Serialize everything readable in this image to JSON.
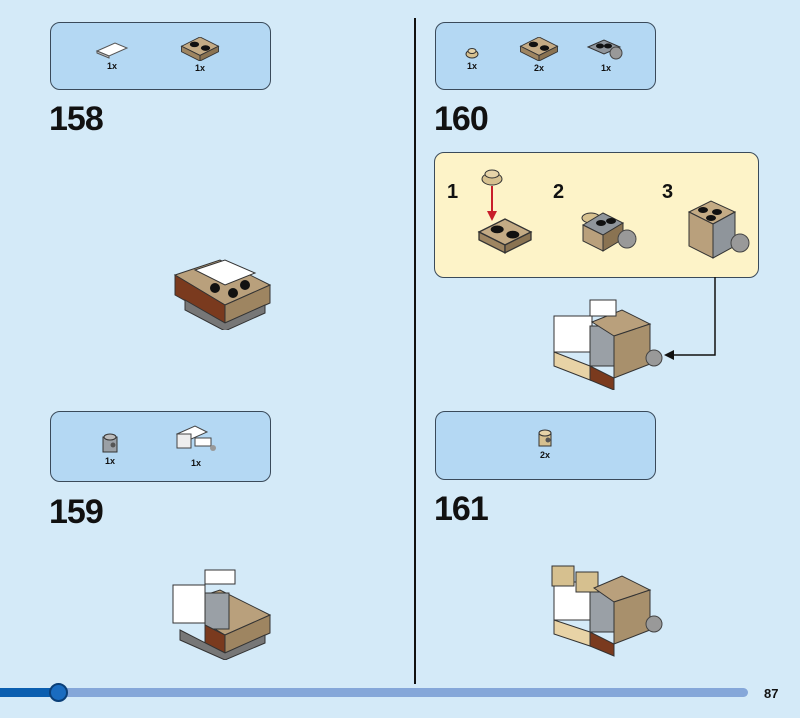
{
  "steps": [
    {
      "number": "158",
      "parts": [
        {
          "name": "white-tile",
          "qty": "1x"
        },
        {
          "name": "tan-corner-plate",
          "qty": "1x"
        }
      ]
    },
    {
      "number": "159",
      "parts": [
        {
          "name": "grey-brick-with-stud",
          "qty": "1x"
        },
        {
          "name": "white-bracket-part",
          "qty": "1x"
        }
      ]
    },
    {
      "number": "160",
      "parts": [
        {
          "name": "tan-round-plate",
          "qty": "1x"
        },
        {
          "name": "tan-corner-plate",
          "qty": "2x"
        },
        {
          "name": "grey-plate-with-ball",
          "qty": "1x"
        }
      ],
      "substeps": [
        "1",
        "2",
        "3"
      ]
    },
    {
      "number": "161",
      "parts": [
        {
          "name": "tan-brick-with-stud",
          "qty": "2x"
        }
      ]
    }
  ],
  "page_number": "87",
  "progress": 0.078,
  "colors": {
    "background": "#d4eaf8",
    "parts_box": "#b4d8f3",
    "callout": "#fdf3c8",
    "progress": "#85a7d9",
    "progress_fill": "#0b5fb0",
    "tan": "#b9a07c",
    "grey": "#8f959b",
    "brown": "#7a3a1e"
  }
}
